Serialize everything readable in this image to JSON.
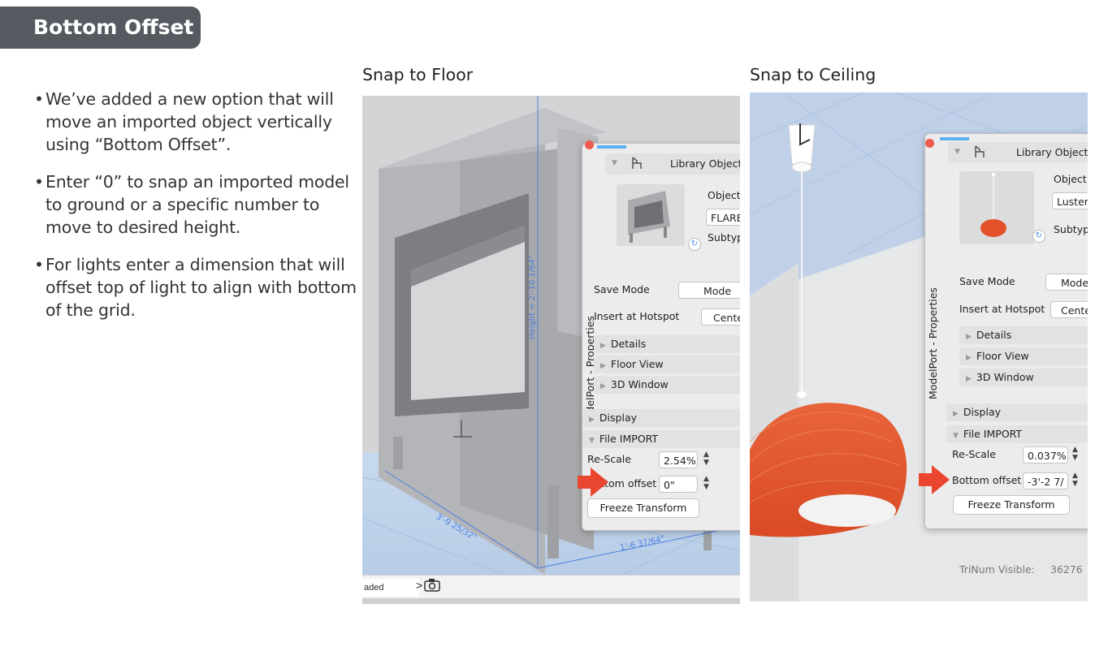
{
  "header": {
    "title": "Bottom Offset"
  },
  "bullets": [
    "We’ve added a new option that will move an imported object vertically using “Bottom Offset”.",
    "Enter “0” to snap an imported model to ground or a specific number to move to desired height.",
    "For lights enter a dimension that will offset top of light to align with bottom of the grid."
  ],
  "captions": {
    "left": "Snap to Floor",
    "right": "Snap to Ceiling"
  },
  "colors": {
    "header_bg": "#555a60",
    "arrow": "#e9452f",
    "lamp": "#e4512a",
    "accent": "#5cb1f0",
    "close": "#ee5a4f"
  },
  "floor_shot": {
    "panel_title": "Library Object",
    "vertical_label": "ModelPort - Properties",
    "object_label": "Object",
    "object_value": "FLARE",
    "subtype_label": "Subtyp",
    "save_mode_label": "Save Mode",
    "save_mode_value": "Mode",
    "insert_label": "Insert at Hotspot",
    "insert_value": "Cente",
    "sections": [
      "Details",
      "Floor View",
      "3D Window",
      "Display",
      "File IMPORT"
    ],
    "rescale_label": "Re-Scale",
    "rescale_value": "2.54%",
    "bottom_offset_label": "Bottom offset",
    "bottom_offset_value": "0\"",
    "freeze_button": "Freeze Transform",
    "dim_height": "Height = 2'-10 1/64\"",
    "dim_depth": "3'-9 25/32\"",
    "dim_width": "1'-6 37/64\"",
    "status_text": "aded",
    "camera_icon": "camera-icon"
  },
  "ceiling_shot": {
    "panel_title": "Library Object",
    "vertical_label": "ModelPort - Properties",
    "object_label": "Object",
    "object_value": "Luster",
    "subtype_label": "Subtyp",
    "save_mode_label": "Save Mode",
    "save_mode_value": "Mode",
    "insert_label": "Insert at Hotspot",
    "insert_value": "Cente",
    "sections": [
      "Details",
      "Floor View",
      "3D Window",
      "Display",
      "File IMPORT"
    ],
    "rescale_label": "Re-Scale",
    "rescale_value": "0.037%",
    "bottom_offset_label": "Bottom offset",
    "bottom_offset_value": "-3'-2 7/",
    "freeze_button": "Freeze Transform",
    "trinum_label": "TriNum Visible:",
    "trinum_value": "36276"
  }
}
